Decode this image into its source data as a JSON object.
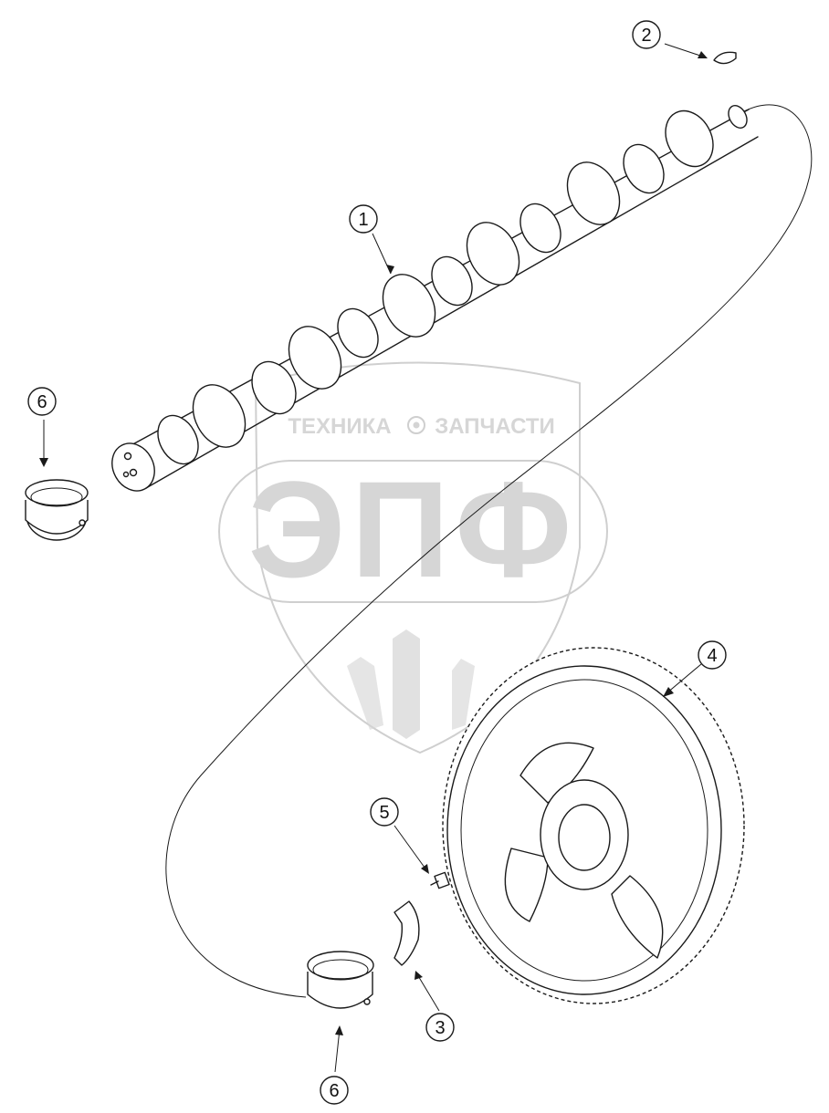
{
  "watermark": {
    "line1_left": "ТЕХНИКА",
    "line1_right": "ЗАПЧАСТИ",
    "big": "ЭПФ",
    "color": "#d6d6d6"
  },
  "callouts": [
    {
      "id": "camshaft",
      "label": "1"
    },
    {
      "id": "key",
      "label": "2"
    },
    {
      "id": "thrust-plate",
      "label": "3"
    },
    {
      "id": "cam-gear",
      "label": "4"
    },
    {
      "id": "bolt",
      "label": "5"
    },
    {
      "id": "bushing-front",
      "label": "6"
    },
    {
      "id": "bushing-rear",
      "label": "6"
    }
  ],
  "colors": {
    "line": "#1a1a1a",
    "background": "#ffffff"
  }
}
